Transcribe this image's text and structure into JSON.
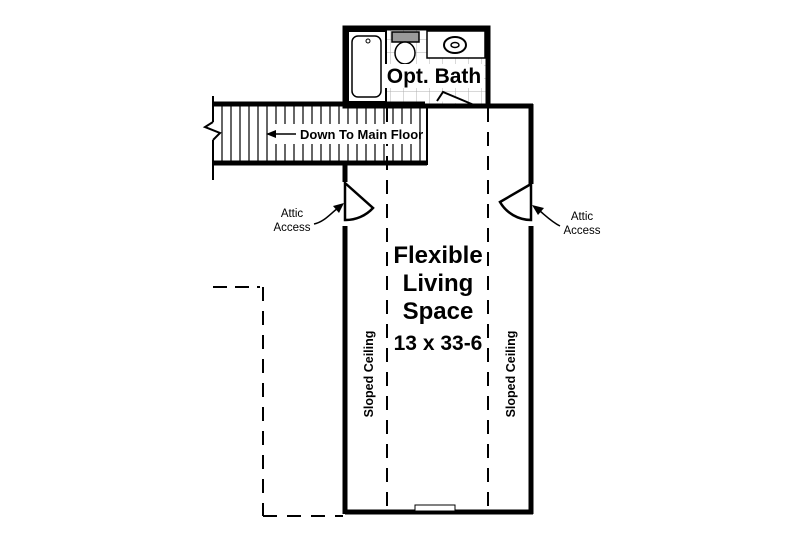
{
  "bath": {
    "label": "Opt. Bath"
  },
  "stairs": {
    "label": "Down To Main Floor"
  },
  "attic_left": {
    "line1": "Attic",
    "line2": "Access"
  },
  "attic_right": {
    "line1": "Attic",
    "line2": "Access"
  },
  "main_room": {
    "line1": "Flexible",
    "line2": "Living",
    "line3": "Space",
    "dimensions": "13 x 33-6"
  },
  "ceiling_left": {
    "label": "Sloped Ceiling"
  },
  "ceiling_right": {
    "label": "Sloped Ceiling"
  },
  "colors": {
    "wall": "#000000",
    "tile_grid": "#b0b0b0",
    "background": "#ffffff"
  }
}
